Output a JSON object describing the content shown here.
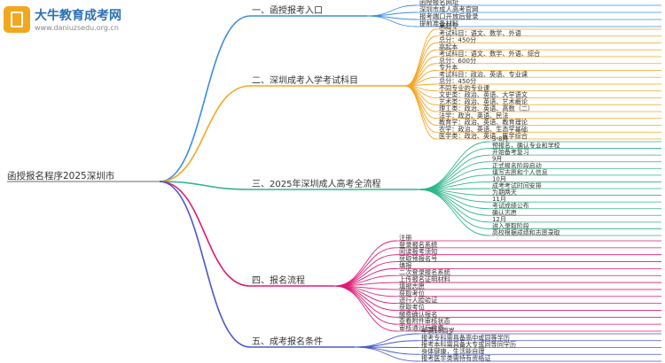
{
  "brand": {
    "title": "大牛教育成考网",
    "subtitle": "www.daniuzsedu.org.cn"
  },
  "root": {
    "label": "函授报名程序2025深圳市",
    "color": "#888888"
  },
  "branches": [
    {
      "label": "一、函授报考入口",
      "color": "#3b8de0",
      "children": [
        "函授报名网址",
        "深圳市成人高考官网",
        "报考端口开放后登录",
        "提前准备材料"
      ]
    },
    {
      "label": "二、深圳成考入学考试科目",
      "color": "#f5a623",
      "children": [
        "高起专",
        "考试科目：语文、数学、外语",
        "总分：450分",
        "高起本",
        "考试科目：语文、数学、外语、综合",
        "总分：600分",
        "专升本",
        "考试科目：政治、英语、专业课",
        "总分：450分",
        "不同专业的专业课",
        "文史类：政治、英语、大学语文",
        "艺术类：政治、英语、艺术概论",
        "理工类：政治、英语、高数（二）",
        "法学：政治、英语、民法",
        "教育学：政治、英语、教育理论",
        "农学：政治、英语、生态学基础",
        "医学类：政治、英语、医学综合"
      ]
    },
    {
      "label": "三、2025年深圳成人高考全流程",
      "color": "#2fb58a",
      "children": [
        "3-8月",
        "预报名，确认专业和学校",
        "开始备考复习",
        "9月",
        "正式报名阶段启动",
        "填写志愿和个人信息",
        "10月",
        "成考考试时间安排",
        "为期两天",
        "11月",
        "考试成绩公布",
        "确认志愿",
        "12月",
        "进入录取阶段",
        "高校根据成绩和志愿录取"
      ]
    },
    {
      "label": "四、报名流程",
      "color": "#e01a74",
      "children": [
        "注册",
        "登录报名系统",
        "阅读报考须知",
        "获取预报名号",
        "填报",
        "二次登录报名系统",
        "上传报名证明材料",
        "填报志愿",
        "获取考位",
        "进行人脸验证",
        "获取考位",
        "缴费确认报名",
        "查看附件审核状态",
        "审核通过后缴费"
      ]
    },
    {
      "label": "五、成考报名条件",
      "color": "#4a58c9",
      "children": [
        "年满18周岁",
        "报考专科需具备高中或同等学历",
        "报考本科需具备大专或同等同学历",
        "身体健康，生活能自理",
        "报考医学类需持有资格证"
      ]
    }
  ]
}
